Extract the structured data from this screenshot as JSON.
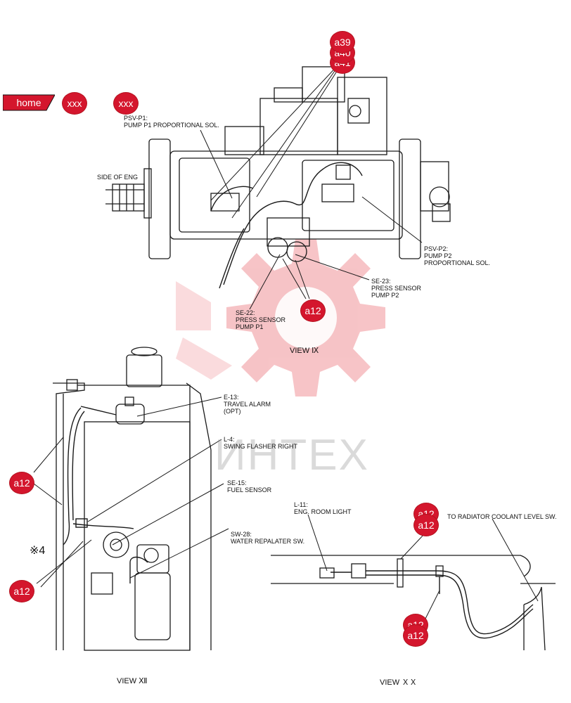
{
  "nav": {
    "home_label": "home",
    "prev_label": "xxx",
    "next_label": "xxx"
  },
  "colors": {
    "badge": "#d4162d",
    "watermark": "#e8555f",
    "line": "#1a1a1a"
  },
  "callouts": {
    "a39": "a39",
    "a40": "a40",
    "a41": "a41",
    "a12": "a12"
  },
  "labels": {
    "psv_p1": [
      "PSV-P1:",
      "PUMP P1 PROPORTIONAL SOL."
    ],
    "side_of_eng": "SIDE OF ENG",
    "psv_p2": [
      "PSV-P2:",
      "PUMP P2",
      "PROPORTIONAL SOL."
    ],
    "se_23": [
      "SE-23:",
      "PRESS SENSOR",
      "PUMP P2"
    ],
    "se_22": [
      "SE-22:",
      "PRESS SENSOR",
      "PUMP P1"
    ],
    "e_13": [
      "E-13:",
      "TRAVEL ALARM",
      "(OPT)"
    ],
    "l_4": [
      "L-4:",
      "SWING FLASHER RIGHT"
    ],
    "se_15": [
      "SE-15:",
      "FUEL SENSOR"
    ],
    "sw_28": [
      "SW-28:",
      "WATER REPALATER SW."
    ],
    "l_11": [
      "L-11:",
      "ENG. ROOM LIGHT"
    ],
    "radiator": "TO RADIATOR COOLANT LEVEL SW.",
    "mark_4": "※4"
  },
  "views": {
    "ix": "VIEW Ⅸ",
    "xii": "VIEW Ⅻ",
    "xx": "VIEW ＸＸ"
  },
  "watermark": {
    "text": "ИНТЕХ"
  }
}
